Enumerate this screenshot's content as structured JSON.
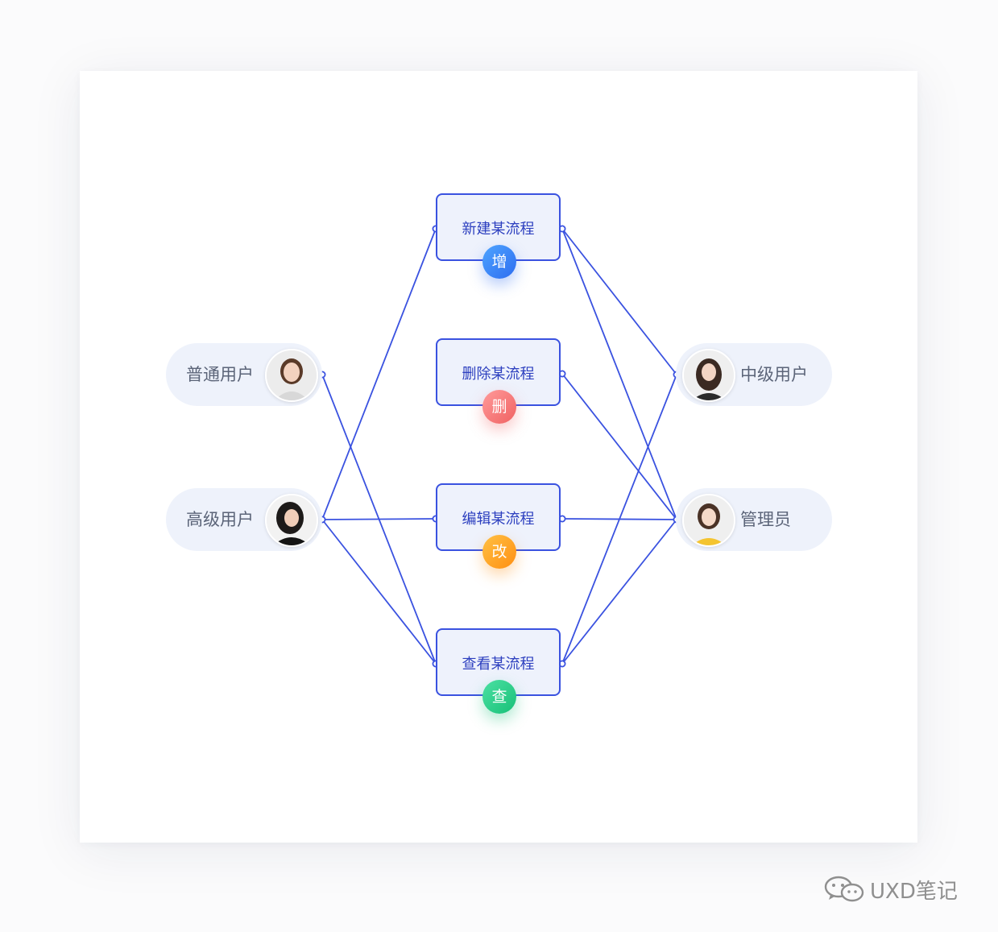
{
  "roles_left": [
    {
      "label": "普通用户",
      "avatar_icon": "user-avatar-icon"
    },
    {
      "label": "高级用户",
      "avatar_icon": "user-avatar-icon"
    }
  ],
  "roles_right": [
    {
      "label": "中级用户",
      "avatar_icon": "user-avatar-icon"
    },
    {
      "label": "管理员",
      "avatar_icon": "user-avatar-icon"
    }
  ],
  "actions": [
    {
      "label": "新建某流程",
      "badge": "增",
      "badge_color": "#2e6df0"
    },
    {
      "label": "删除某流程",
      "badge": "删",
      "badge_color": "#f06262"
    },
    {
      "label": "编辑某流程",
      "badge": "改",
      "badge_color": "#ff8f12"
    },
    {
      "label": "查看某流程",
      "badge": "查",
      "badge_color": "#18c077"
    }
  ],
  "edges": [
    {
      "from": "普通用户",
      "to": "查看某流程"
    },
    {
      "from": "高级用户",
      "to": "新建某流程"
    },
    {
      "from": "高级用户",
      "to": "编辑某流程"
    },
    {
      "from": "高级用户",
      "to": "查看某流程"
    },
    {
      "from": "新建某流程",
      "to": "中级用户"
    },
    {
      "from": "新建某流程",
      "to": "管理员"
    },
    {
      "from": "删除某流程",
      "to": "管理员"
    },
    {
      "from": "编辑某流程",
      "to": "管理员"
    },
    {
      "from": "查看某流程",
      "to": "中级用户"
    },
    {
      "from": "查看某流程",
      "to": "管理员"
    }
  ],
  "colors": {
    "accent": "#3a52e0",
    "pill_bg": "#eef2fb",
    "node_bg": "#eef2fc"
  },
  "watermark": {
    "icon": "wechat-icon",
    "text": "UXD笔记"
  }
}
